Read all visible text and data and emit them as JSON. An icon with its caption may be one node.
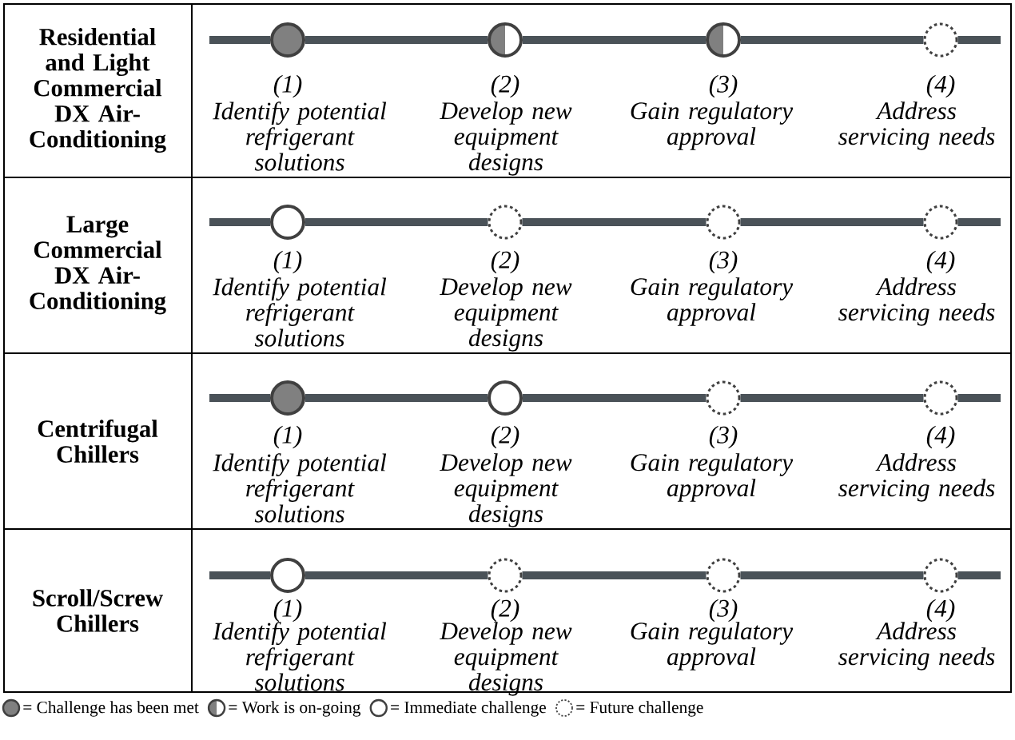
{
  "diagram": {
    "nodes": [
      {
        "text": [
          "Residential and Light Commercial DX Air-Conditioning"
        ]
      },
      {
        "text": [],
        "shape": "filled-circle",
        "beside": [
          "(1)",
          "Identify potential refrigerant solutions"
        ]
      },
      {
        "text": [],
        "shape": "half-filled-circle",
        "beside": [
          "(2)",
          "Develop new equipment designs"
        ]
      },
      {
        "text": [],
        "shape": "half-filled-circle",
        "beside": [
          "(3)",
          "Gain regulatory approval"
        ]
      },
      {
        "text": [],
        "shape": "dotted-circle",
        "beside": [
          "(4)",
          "Address servicing needs"
        ]
      },
      {
        "text": [
          "Large Commercial DX Air-Conditioning"
        ]
      },
      {
        "text": [],
        "shape": "circle",
        "beside": [
          "(1)",
          "Identify potential refrigerant solutions"
        ]
      },
      {
        "text": [],
        "shape": "dotted-circle",
        "beside": [
          "(2)",
          "Develop new equipment designs"
        ]
      },
      {
        "text": [],
        "shape": "dotted-circle",
        "beside": [
          "(3)",
          "Gain regulatory approval"
        ]
      },
      {
        "text": [],
        "shape": "dotted-circle",
        "beside": [
          "(4)",
          "Address servicing needs"
        ]
      },
      {
        "text": [
          "Centrifugal Chillers"
        ]
      },
      {
        "text": [],
        "shape": "filled-circle",
        "beside": [
          "(1)",
          "Identify potential refrigerant solutions"
        ]
      },
      {
        "text": [],
        "shape": "circle",
        "beside": [
          "(2)",
          "Develop new equipment designs"
        ]
      },
      {
        "text": [],
        "shape": "dotted-circle",
        "beside": [
          "(3)",
          "Gain regulatory approval"
        ]
      },
      {
        "text": [],
        "shape": "dotted-circle",
        "beside": [
          "(4)",
          "Address servicing needs"
        ]
      },
      {
        "text": [
          "Scroll/Screw Chillers"
        ]
      },
      {
        "text": [],
        "shape": "circle",
        "beside": [
          "(1)",
          "Identify potential refrigerant solutions"
        ]
      },
      {
        "text": [],
        "shape": "dotted-circle",
        "beside": [
          "(2)",
          "Develop new equipment designs"
        ]
      },
      {
        "text": [],
        "shape": "dotted-circle",
        "beside": [
          "(3)",
          "Gain regulatory approval"
        ]
      },
      {
        "text": [],
        "shape": "dotted-circle",
        "beside": [
          "(4)",
          "Address servicing needs"
        ]
      }
    ],
    "edges": [
      {
        "from": null,
        "to": 1,
        "arrow": "none"
      },
      {
        "from": 1,
        "to": 2,
        "arrow": "none"
      },
      {
        "from": 2,
        "to": 3,
        "arrow": "none"
      },
      {
        "from": 3,
        "to": 4,
        "arrow": "none"
      },
      {
        "from": 4,
        "to": null,
        "arrow": "none"
      },
      {
        "from": null,
        "to": 6,
        "arrow": "none"
      },
      {
        "from": 6,
        "to": 7,
        "arrow": "none"
      },
      {
        "from": 7,
        "to": 8,
        "arrow": "none"
      },
      {
        "from": 8,
        "to": 9,
        "arrow": "none"
      },
      {
        "from": 9,
        "to": null,
        "arrow": "none"
      },
      {
        "from": null,
        "to": 11,
        "arrow": "none"
      },
      {
        "from": 11,
        "to": 12,
        "arrow": "none"
      },
      {
        "from": 12,
        "to": 13,
        "arrow": "none"
      },
      {
        "from": 13,
        "to": 14,
        "arrow": "none"
      },
      {
        "from": 14,
        "to": null,
        "arrow": "none"
      },
      {
        "from": null,
        "to": 16,
        "arrow": "none"
      },
      {
        "from": 16,
        "to": 17,
        "arrow": "none"
      },
      {
        "from": 17,
        "to": 18,
        "arrow": "none"
      },
      {
        "from": 18,
        "to": 19,
        "arrow": "none"
      },
      {
        "from": 19,
        "to": null,
        "arrow": "none"
      }
    ],
    "legend": [
      {
        "text": "= Challenge has been met"
      },
      {
        "text": "= Work is on-going"
      },
      {
        "text": "= Immediate challenge"
      },
      {
        "text": "= Future challenge"
      }
    ]
  }
}
